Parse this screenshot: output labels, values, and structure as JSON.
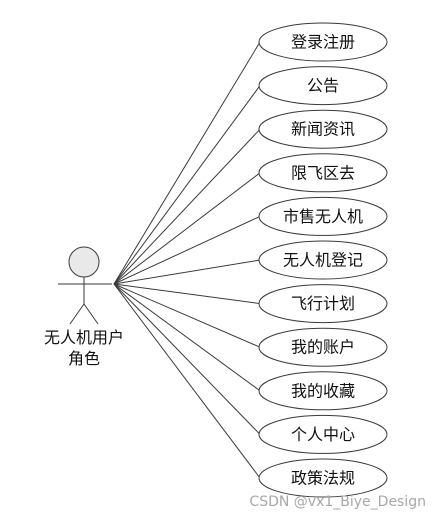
{
  "actor": {
    "label_line1": "无人机用户",
    "label_line2": "角色"
  },
  "use_cases": [
    "登录注册",
    "公告",
    "新闻资讯",
    "限飞区去",
    "市售无人机",
    "无人机登记",
    "飞行计划",
    "我的账户",
    "我的收藏",
    "个人中心",
    "政策法规"
  ],
  "watermark": "CSDN @vx1_Biye_Design",
  "colors": {
    "ellipse_fill": "#ffffff",
    "stroke": "#3a3a3a",
    "head_fill": "#e9e9e9",
    "text": "#111111"
  }
}
